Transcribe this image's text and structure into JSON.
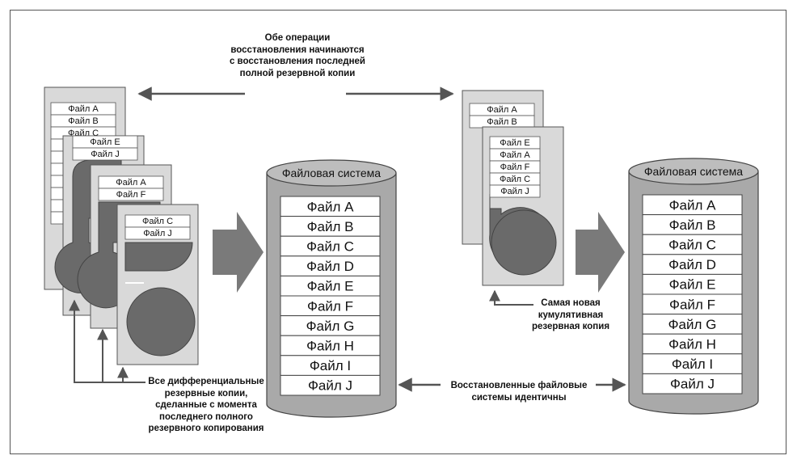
{
  "captions": {
    "top": [
      "Обе операции",
      "восстановления начинаются",
      "с восстановления последней",
      "полной резервной копии"
    ],
    "differential": [
      "Все дифференциальные",
      "резервные копии,",
      "сделанные с момента",
      "последнего полного",
      "резервного копирования"
    ],
    "cumulative": [
      "Самая новая",
      "кумулятивная",
      "резервная копия"
    ],
    "identical": [
      "Восстановленные файловые",
      "системы идентичны"
    ]
  },
  "left_cylinder": {
    "title": "Файловая система",
    "files": [
      "Файл A",
      "Файл B",
      "Файл C",
      "Файл D",
      "Файл E",
      "Файл F",
      "Файл G",
      "Файл H",
      "Файл I",
      "Файл J"
    ]
  },
  "right_cylinder": {
    "title": "Файловая система",
    "files": [
      "Файл A",
      "Файл B",
      "Файл C",
      "Файл D",
      "Файл E",
      "Файл F",
      "Файл G",
      "Файл H",
      "Файл I",
      "Файл J"
    ]
  },
  "left_backups": {
    "full": [
      "Файл A",
      "Файл B",
      "Файл C"
    ],
    "diff1": [
      "Файл E",
      "Файл J"
    ],
    "diff2": [
      "Файл A",
      "Файл F"
    ],
    "diff3": [
      "Файл C",
      "Файл J"
    ]
  },
  "right_backups": {
    "full": [
      "Файл A",
      "Файл B"
    ],
    "cumulative": [
      "Файл E",
      "Файл A",
      "Файл F",
      "Файл C",
      "Файл J"
    ]
  },
  "colors": {
    "page": "#d8d8d8",
    "disk": "#6a6a6a",
    "cylinder": "#a9a9a9",
    "arrow": "#7a7a7a",
    "line": "#555555"
  }
}
